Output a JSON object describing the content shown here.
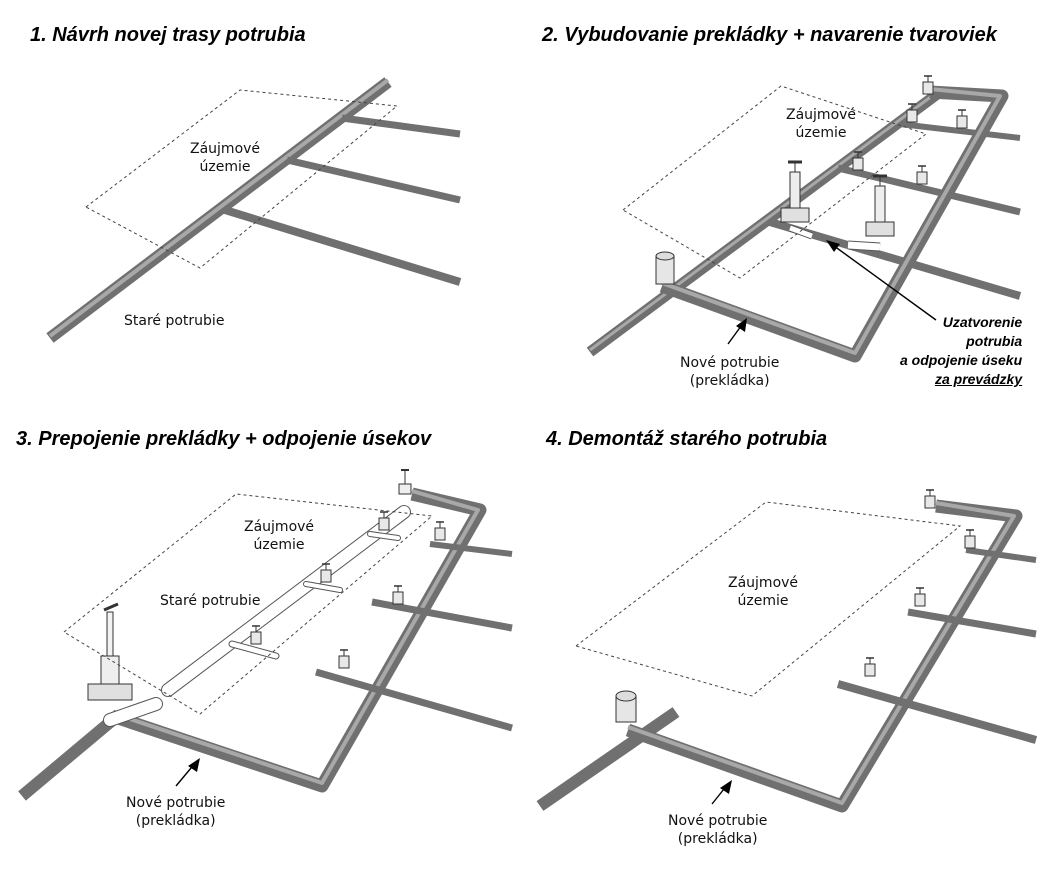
{
  "panels": [
    {
      "title": "1. Návrh novej trasy potrubia",
      "zone_label": [
        "Záujmové",
        "územie"
      ],
      "old_pipe_label": "Staré potrubie"
    },
    {
      "title": "2. Vybudovanie prekládky + navarenie tvaroviek",
      "zone_label": [
        "Záujmové",
        "územie"
      ],
      "new_pipe_label": [
        "Nové potrubie",
        "(prekládka)"
      ],
      "callout": [
        "Uzatvorenie",
        "potrubia",
        "a odpojenie úseku",
        "za prevádzky"
      ]
    },
    {
      "title": "3. Prepojenie prekládky + odpojenie úsekov",
      "zone_label": [
        "Záujmové",
        "územie"
      ],
      "old_pipe_label": "Staré potrubie",
      "new_pipe_label": [
        "Nové potrubie",
        "(prekládka)"
      ]
    },
    {
      "title": "4. Demontáž starého potrubia",
      "zone_label": [
        "Záujmové",
        "územie"
      ],
      "new_pipe_label": [
        "Nové potrubie",
        "(prekládka)"
      ]
    }
  ],
  "colors": {
    "pipe": "#707070",
    "pipe_highlight": "#a8a8a8",
    "zone_border": "#444444"
  },
  "icons": [
    "valve-icon",
    "arrow-icon"
  ]
}
